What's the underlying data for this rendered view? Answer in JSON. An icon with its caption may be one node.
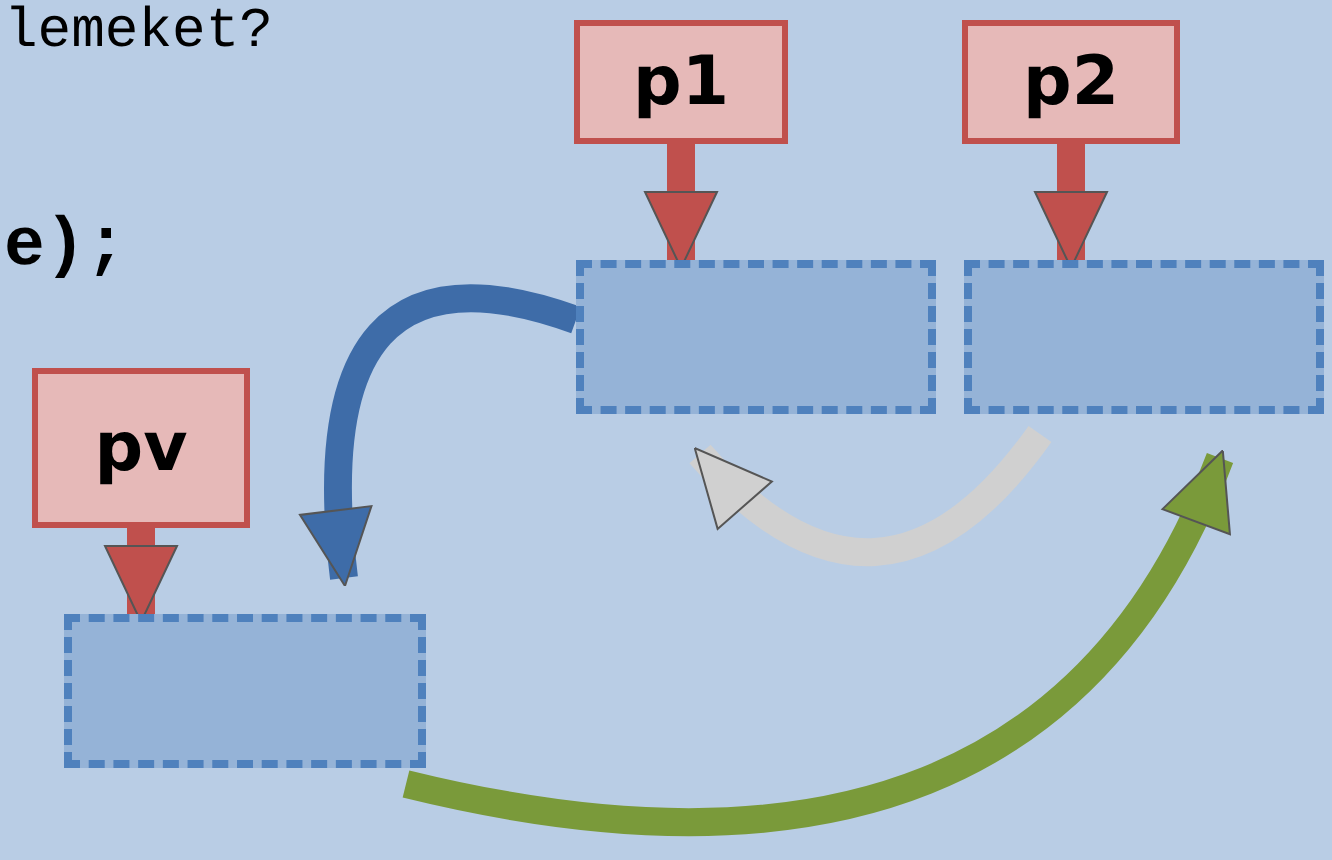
{
  "diagram": {
    "nodes": [
      {
        "text": [
          "p1"
        ]
      },
      {
        "text": [
          "p2"
        ]
      },
      {
        "text": [
          "pv"
        ]
      },
      {
        "text": [],
        "shape": "box"
      },
      {
        "text": [],
        "shape": "box"
      },
      {
        "text": [],
        "shape": "box"
      }
    ],
    "edges": [
      {
        "from": 0,
        "to": 3,
        "arrow": "to"
      },
      {
        "from": 1,
        "to": 4,
        "arrow": "to"
      },
      {
        "from": 2,
        "to": 5,
        "arrow": "to"
      },
      {
        "from": 3,
        "to": 5,
        "arrow": "to",
        "color": "#3e6ca8"
      },
      {
        "from": 4,
        "to": 3,
        "arrow": "to",
        "color": "#d0d0d0"
      },
      {
        "from": 5,
        "to": 4,
        "arrow": "to",
        "color": "#7a9a3a"
      }
    ],
    "labels": [
      "lemeket?",
      "e);"
    ]
  }
}
